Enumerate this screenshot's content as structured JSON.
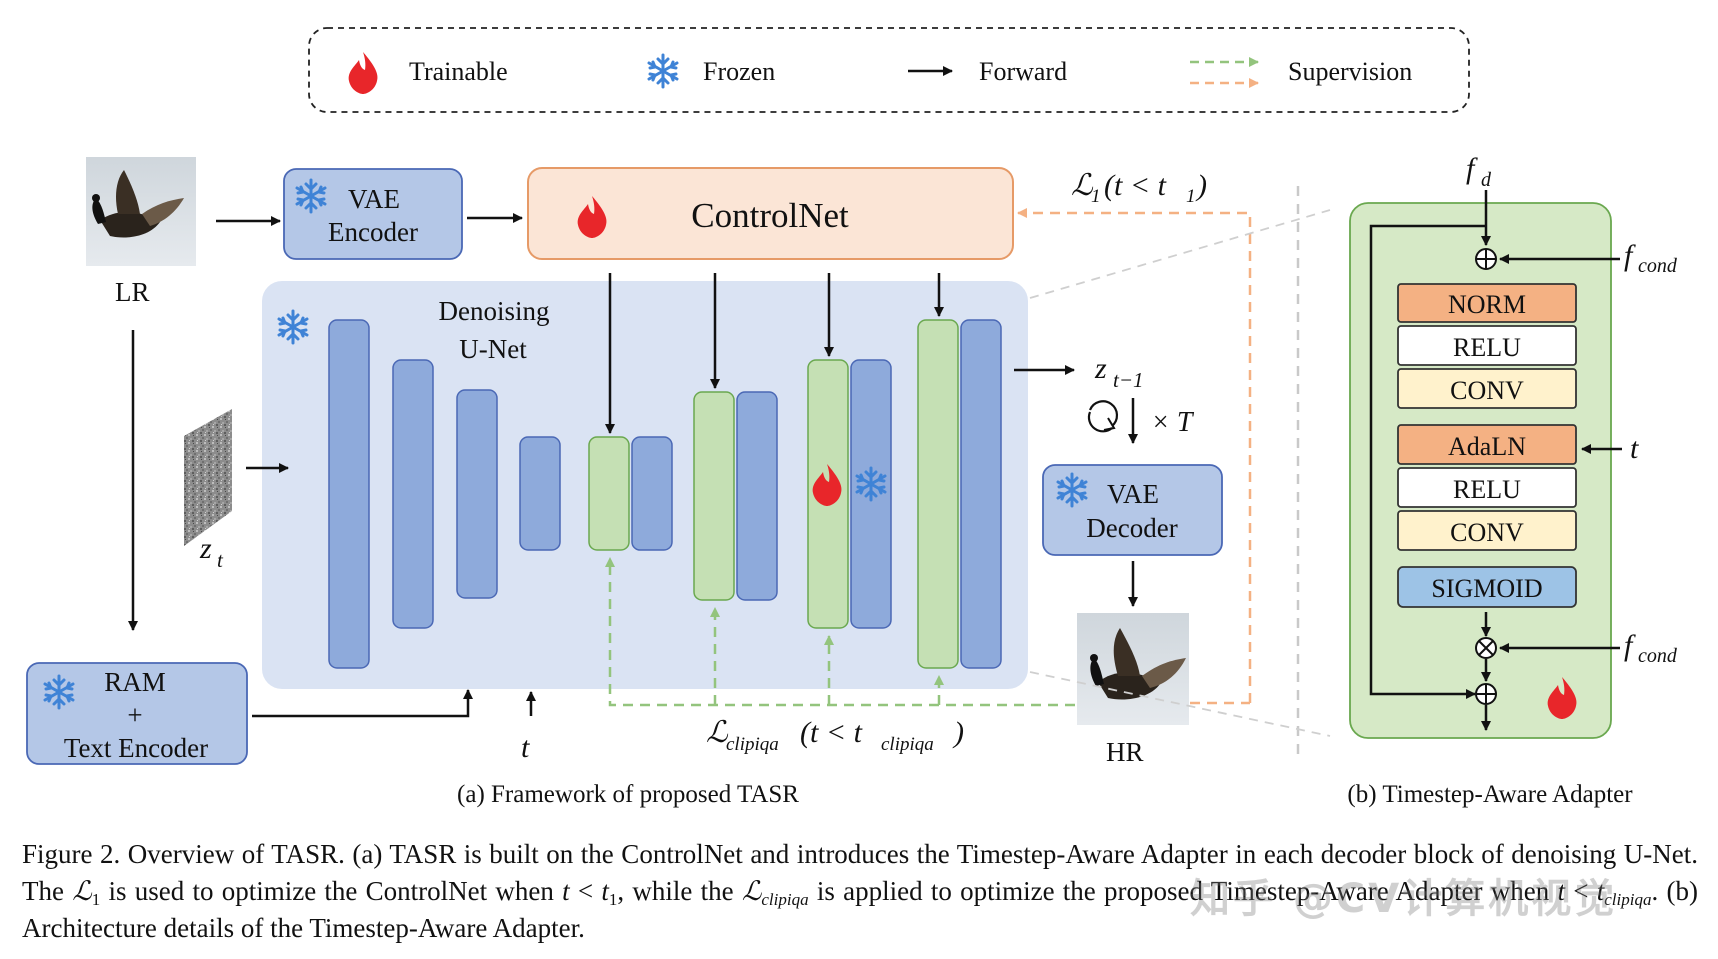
{
  "legend": {
    "trainable": "Trainable",
    "frozen": "Frozen",
    "forward": "Forward",
    "supervision": "Supervision"
  },
  "inputs": {
    "lr_label": "LR",
    "hr_label": "HR",
    "zt_main": "z",
    "zt_sub": "t",
    "t_label": "t"
  },
  "blocks": {
    "vae_encoder": [
      "VAE",
      "Encoder"
    ],
    "controlnet": "ControlNet",
    "unet": [
      "Denoising",
      "U-Net"
    ],
    "vae_decoder": [
      "VAE",
      "Decoder"
    ],
    "ram": [
      "RAM",
      "+",
      "Text Encoder"
    ]
  },
  "math": {
    "zt1_main": "z",
    "zt1_sub": "t−1",
    "times_t": "× T",
    "l1_main": "ℒ",
    "l1_sub": "1",
    "l1_cond": "(t < t",
    "l1_cond_sub": "1",
    "l1_close": ")",
    "lclip_main": "ℒ",
    "lclip_sub": "clipiqa",
    "lclip_cond": "(t < t",
    "lclip_cond_sub": "clipiqa",
    "lclip_close": ")"
  },
  "adapter": {
    "fd_main": "f",
    "fd_sub": "d",
    "fcond_main": "f",
    "fcond_sub": "cond",
    "t_label": "t",
    "layers": [
      "NORM",
      "RELU",
      "CONV",
      "AdaLN",
      "RELU",
      "CONV",
      "SIGMOID"
    ]
  },
  "sublabels": {
    "a": "(a) Framework of proposed TASR",
    "b": "(b) Timestep-Aware Adapter"
  },
  "caption": {
    "p1": "Figure 2.  Overview of TASR. (a) TASR is built on the ControlNet and introduces the Timestep-Aware Adapter in each decoder block of denoising U-Net.  The ",
    "l_main_1": "ℒ",
    "l_sub_1": "1",
    "p2": " is used to optimize the ControlNet when ",
    "t1_expr": "t",
    "p3": " < ",
    "t1_main": "t",
    "t1_sub": "1",
    "p4": ", while the ",
    "l_main_2": "ℒ",
    "l_sub_2": "clipiqa",
    "p5": " is applied to optimize the proposed Timestep-Aware Adapter when ",
    "t2_expr": "t",
    "p6": " < ",
    "t2_main": "t",
    "t2_sub": "clipiqa",
    "p7": ". (b) Architecture details of the Timestep-Aware Adapter."
  },
  "watermark": "知乎 @CV计算机视觉",
  "colors": {
    "blue_block": "#8eaadb",
    "blue_border": "#4a68b5",
    "green_block": "#c5e0b4",
    "green_border": "#6aa84f",
    "unet_bg": "#dae3f3",
    "controlnet_fill": "#fbe5d6",
    "controlnet_border": "#e69a67",
    "adapter_bg": "#d6e9c6",
    "norm_fill": "#f4b183",
    "conv_fill": "#fff2cc",
    "sigmoid_fill": "#9dc3e6",
    "supervision_green": "#93c47d",
    "supervision_orange": "#f4b183",
    "flame_red": "#e8262a",
    "snow_blue": "#3f83d6"
  }
}
